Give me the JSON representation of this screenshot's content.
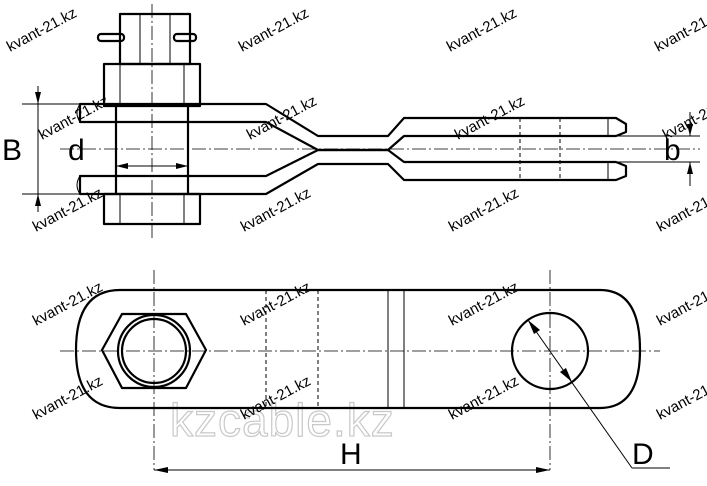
{
  "labels": {
    "B": "B",
    "d": "d",
    "b": "b",
    "H": "H",
    "D": "D"
  },
  "watermark_small": "kvant-21.kz",
  "watermark_large": "kzcable.kz"
}
